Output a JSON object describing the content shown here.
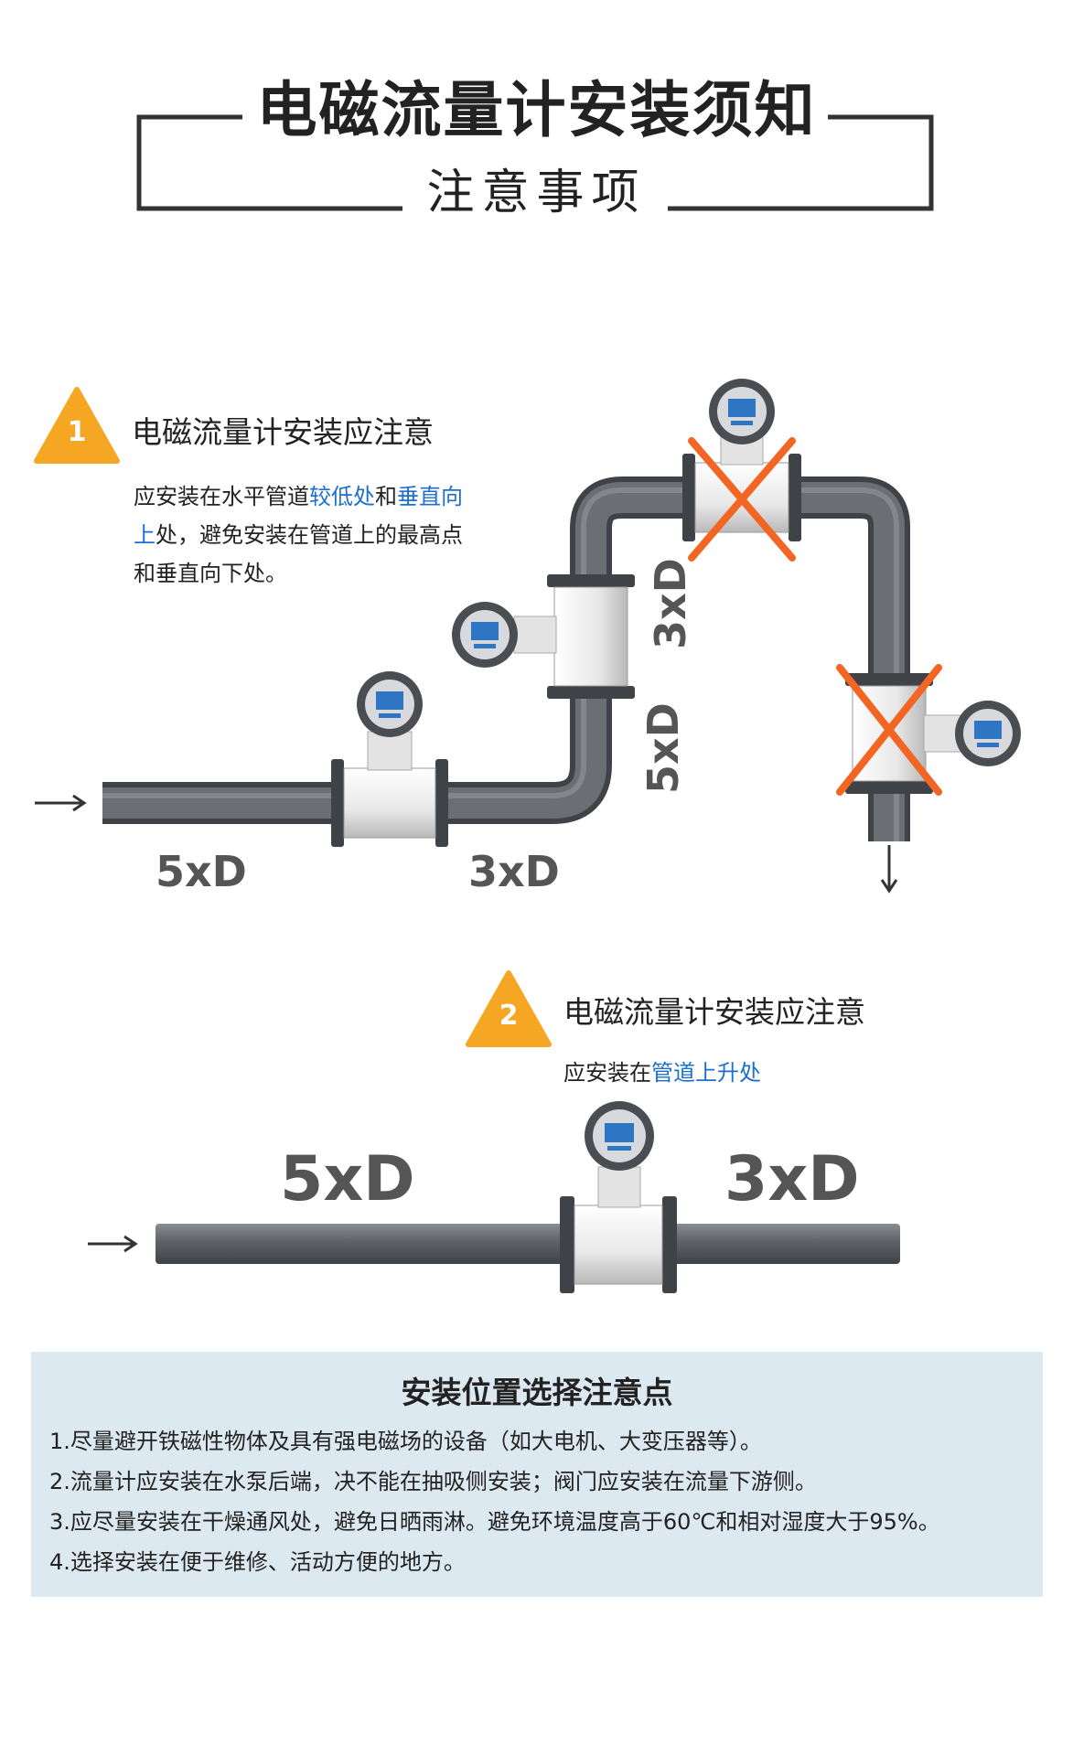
{
  "header": {
    "title": "电磁流量计安装须知",
    "subtitle": "注意事项"
  },
  "section1": {
    "badge": "1",
    "title": "电磁流量计安装应注意",
    "desc_part1": "应安装在水平管道",
    "desc_hl1": "较低处",
    "desc_part2": "和",
    "desc_hl2": "垂直向",
    "desc_hl3": "上",
    "desc_part3": "处，避免安装在管道上的最高点",
    "desc_part4": "和垂直向下处。",
    "dims": {
      "horizontal_before": "5xD",
      "horizontal_after": "3xD",
      "vertical_before": "5xD",
      "vertical_after": "3xD"
    }
  },
  "section2": {
    "badge": "2",
    "title": "电磁流量计安装应注意",
    "desc_part1": "应安装在",
    "desc_hl1": "管道上升处",
    "dims": {
      "before": "5xD",
      "after": "3xD"
    }
  },
  "notes": {
    "title": "安装位置选择注意点",
    "items": [
      "1.尽量避开铁磁性物体及具有强电磁场的设备（如大电机、大变压器等）。",
      "2.流量计应安装在水泵后端，决不能在抽吸侧安装；阀门应安装在流量下游侧。",
      "3.应尽量安装在干燥通风处，避免日晒雨淋。避免环境温度高于60℃和相对湿度大于95%。",
      "4.选择安装在便于维修、活动方便的地方。"
    ]
  },
  "colors": {
    "badge": "#f5a623",
    "highlight": "#1c6fd1",
    "cross": "#f26522",
    "pipe": "#5e6166",
    "notes_bg": "#dde9f0"
  }
}
